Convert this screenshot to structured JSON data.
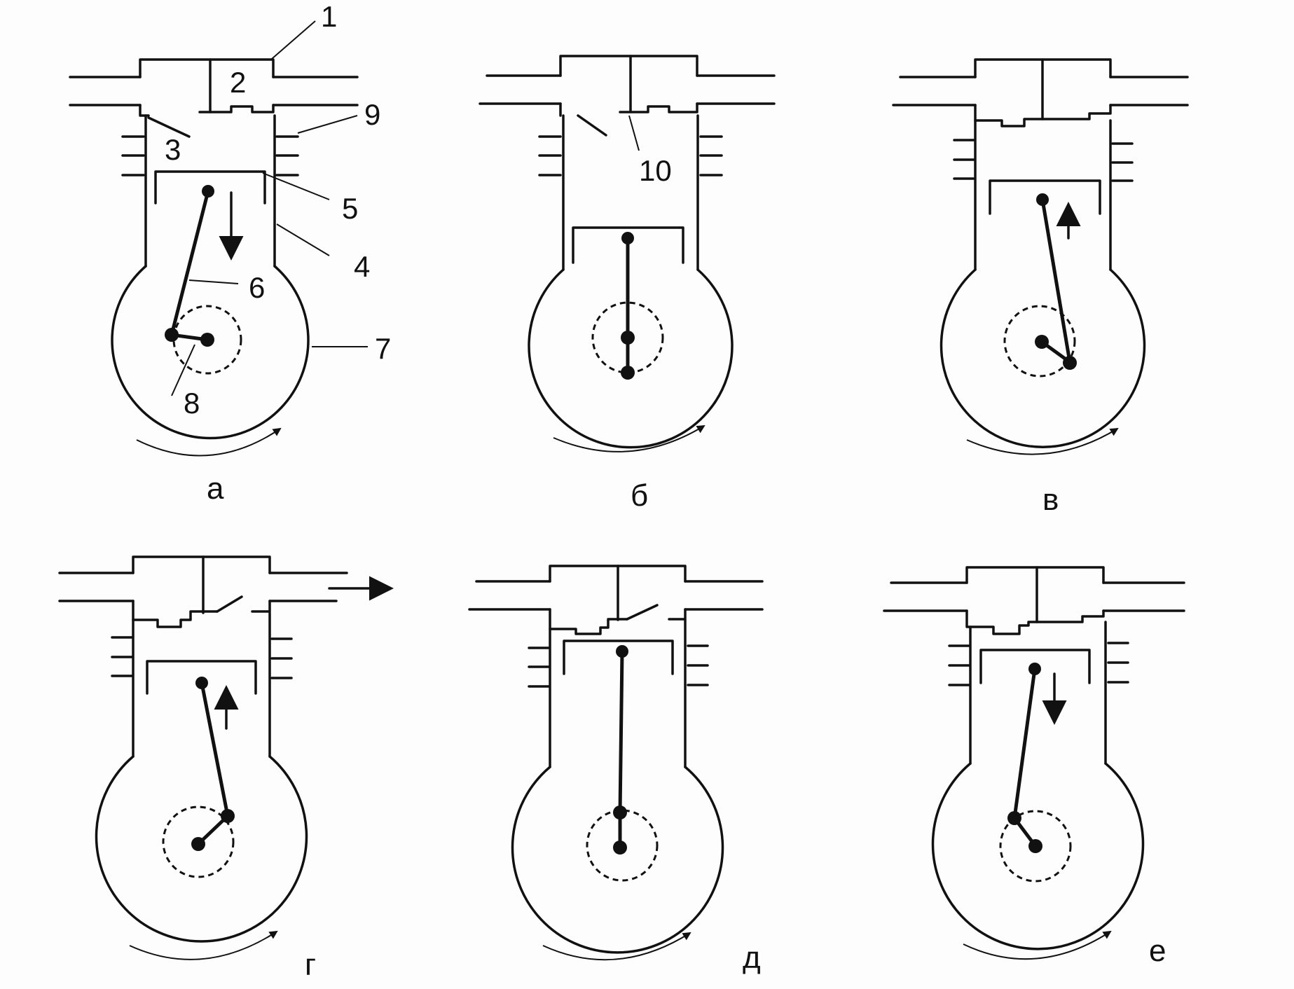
{
  "part_numbers": {
    "n1": "1",
    "n2": "2",
    "n3": "3",
    "n4": "4",
    "n5": "5",
    "n6": "6",
    "n7": "7",
    "n8": "8",
    "n9": "9",
    "n10": "10"
  },
  "panels": [
    {
      "letter": "а"
    },
    {
      "letter": "б"
    },
    {
      "letter": "в"
    },
    {
      "letter": "г"
    },
    {
      "letter": "д"
    },
    {
      "letter": "е"
    }
  ]
}
